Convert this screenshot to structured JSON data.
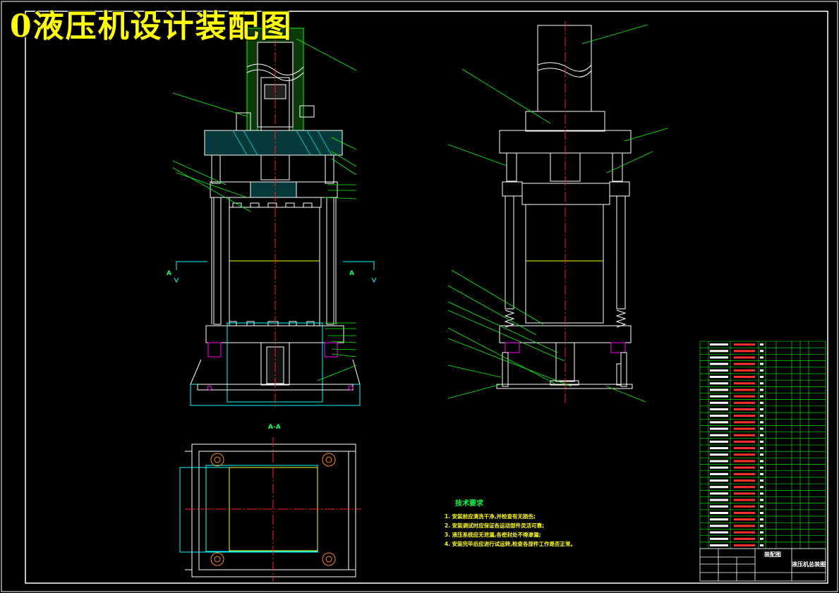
{
  "title": "0液压机设计装配图",
  "section_marks": {
    "left": "A",
    "right": "A",
    "view_label": "A-A"
  },
  "tech_requirements": {
    "heading": "技术要求",
    "lines": [
      "1. 安装前应清洗干净,并检查有无损伤;",
      "2. 安装调试时应保证各运动部件灵活可靠;",
      "3. 液压系统应无泄漏,各密封处不得渗漏;",
      "4. 安装完毕后应进行试运转,检查各部件工作是否正常。"
    ]
  },
  "title_block": {
    "drawing_name": "液压机总装图",
    "scale_label": "装配图"
  },
  "colors": {
    "background": "#000000",
    "frame": "#ffffff",
    "outline": "#ffffff",
    "center_line": "#ff2020",
    "leader": "#00ff00",
    "hatch": "#00c0c0",
    "title": "#ffff00",
    "section": "#00ffff",
    "fastener": "#ff00ff"
  }
}
